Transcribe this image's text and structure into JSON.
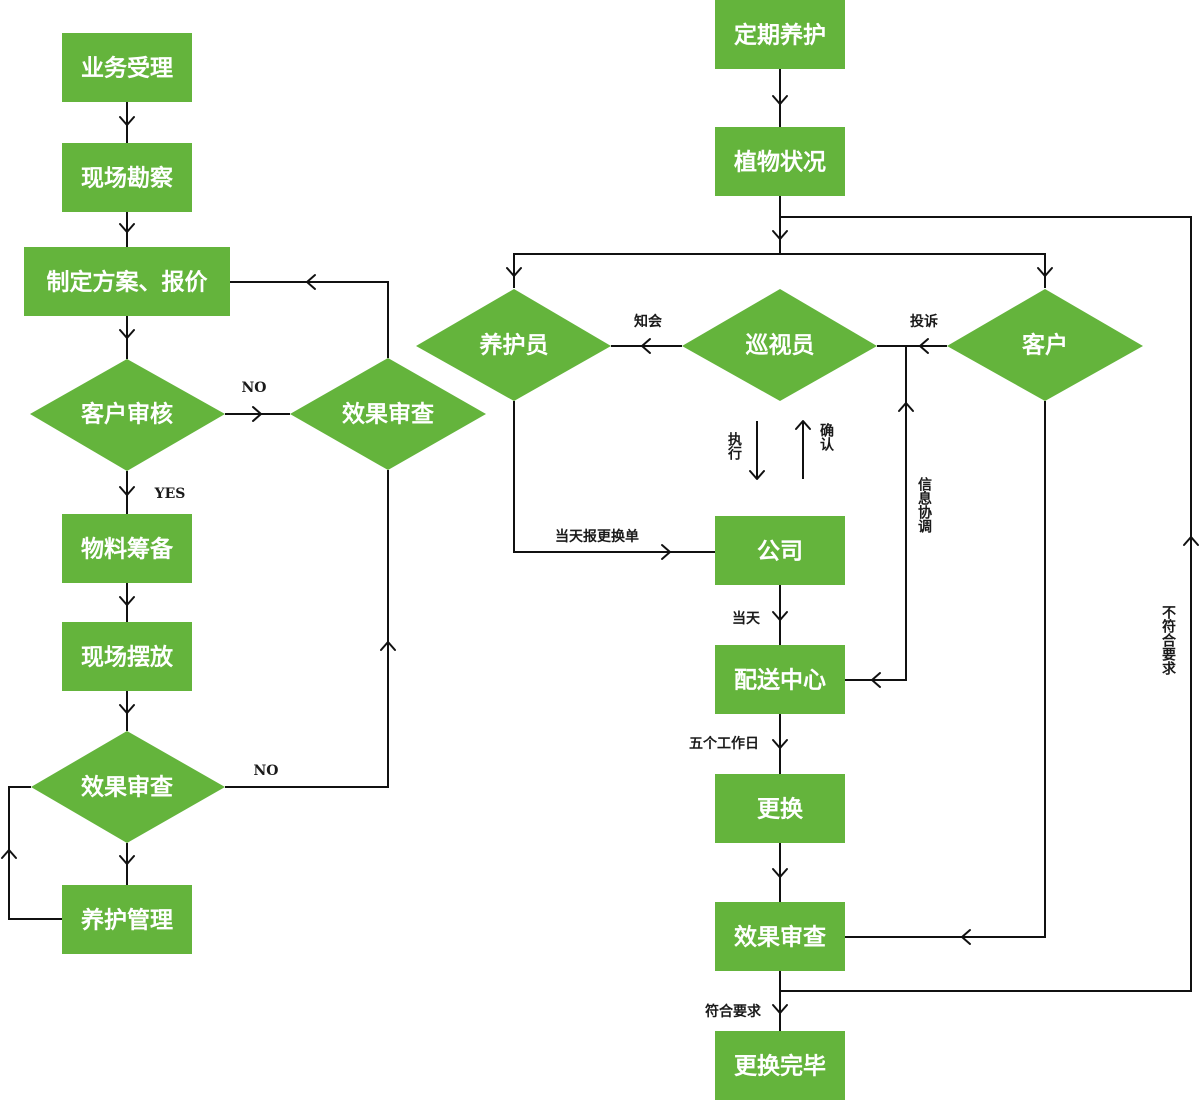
{
  "colors": {
    "node_fill": "#64b43c",
    "node_text": "#ffffff",
    "line": "#111111",
    "label": "#1a1a1a"
  },
  "nodes": {
    "yewu_shouli": "业务受理",
    "xianchang_kancha": "现场勘察",
    "zhiding_fangan": "制定方案、报价",
    "kehu_shenhe": "客户审核",
    "xiaoguo_shencha_top": "效果审查",
    "wuliao_choubei": "物料筹备",
    "xianchang_baifang": "现场摆放",
    "xiaoguo_shencha_left": "效果审查",
    "yanghu_guanli": "养护管理",
    "dingqi_yanghu": "定期养护",
    "zhiwu_zhuangkuang": "植物状况",
    "yanghuyuan": "养护员",
    "xunshiyuan": "巡视员",
    "kehu": "客户",
    "gongsi": "公司",
    "peisong_zhongxin": "配送中心",
    "genghuan": "更换",
    "xiaoguo_shencha_right": "效果审查",
    "genghuan_wanbi": "更换完毕"
  },
  "labels": {
    "no_1": "NO",
    "yes": "YES",
    "no_2": "NO",
    "zhihui": "知会",
    "tousu": "投诉",
    "zhixing": "执行",
    "queren": "确认",
    "xinxi_xietiao": "信息协调",
    "dangtian_bao": "当天报更换单",
    "dangtian": "当天",
    "wuge_gongzuori": "五个工作日",
    "fuhe_yaoqiu": "符合要求",
    "bufuhe_yaoqiu": "不符合要求"
  }
}
